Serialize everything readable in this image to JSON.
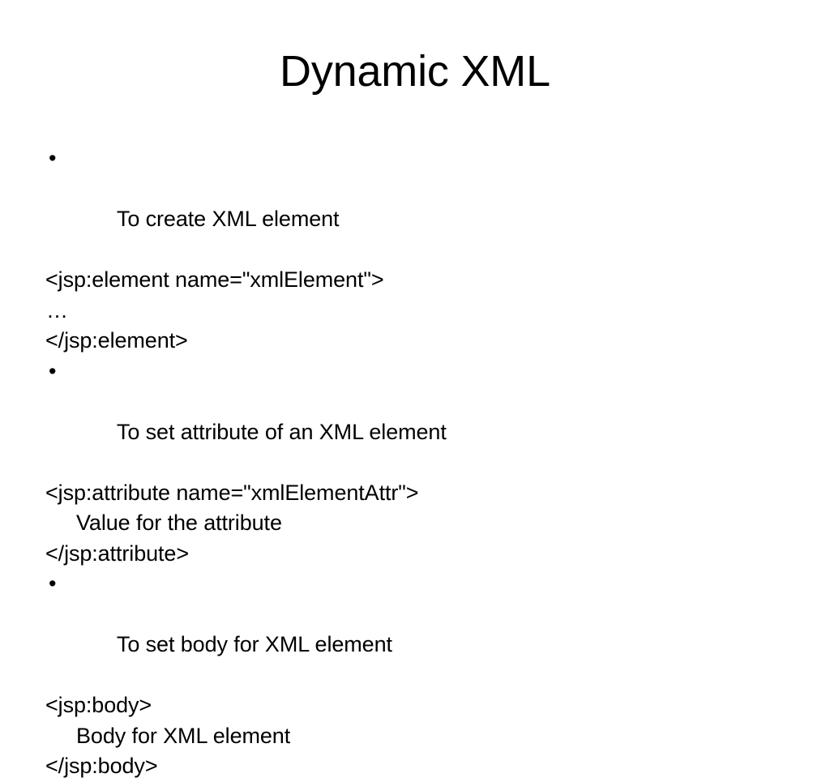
{
  "slide": {
    "title": "Dynamic XML",
    "background_color": "#ffffff",
    "text_color": "#000000",
    "bullet_glyph": "•",
    "lines": [
      {
        "kind": "bullet",
        "text": "To create XML element"
      },
      {
        "kind": "code",
        "text": "<jsp:element name=\"xmlElement\">"
      },
      {
        "kind": "ellipsis",
        "text": "…"
      },
      {
        "kind": "code",
        "text": "</jsp:element>"
      },
      {
        "kind": "bullet",
        "text": "To set attribute of an XML element"
      },
      {
        "kind": "code",
        "text": "<jsp:attribute name=\"xmlElementAttr\">"
      },
      {
        "kind": "indent",
        "text": "Value for the attribute"
      },
      {
        "kind": "code",
        "text": "</jsp:attribute>"
      },
      {
        "kind": "bullet",
        "text": "To set body for XML element"
      },
      {
        "kind": "code",
        "text": "<jsp:body>"
      },
      {
        "kind": "indent",
        "text": "Body for XML element"
      },
      {
        "kind": "code",
        "text": "</jsp:body>"
      }
    ]
  }
}
